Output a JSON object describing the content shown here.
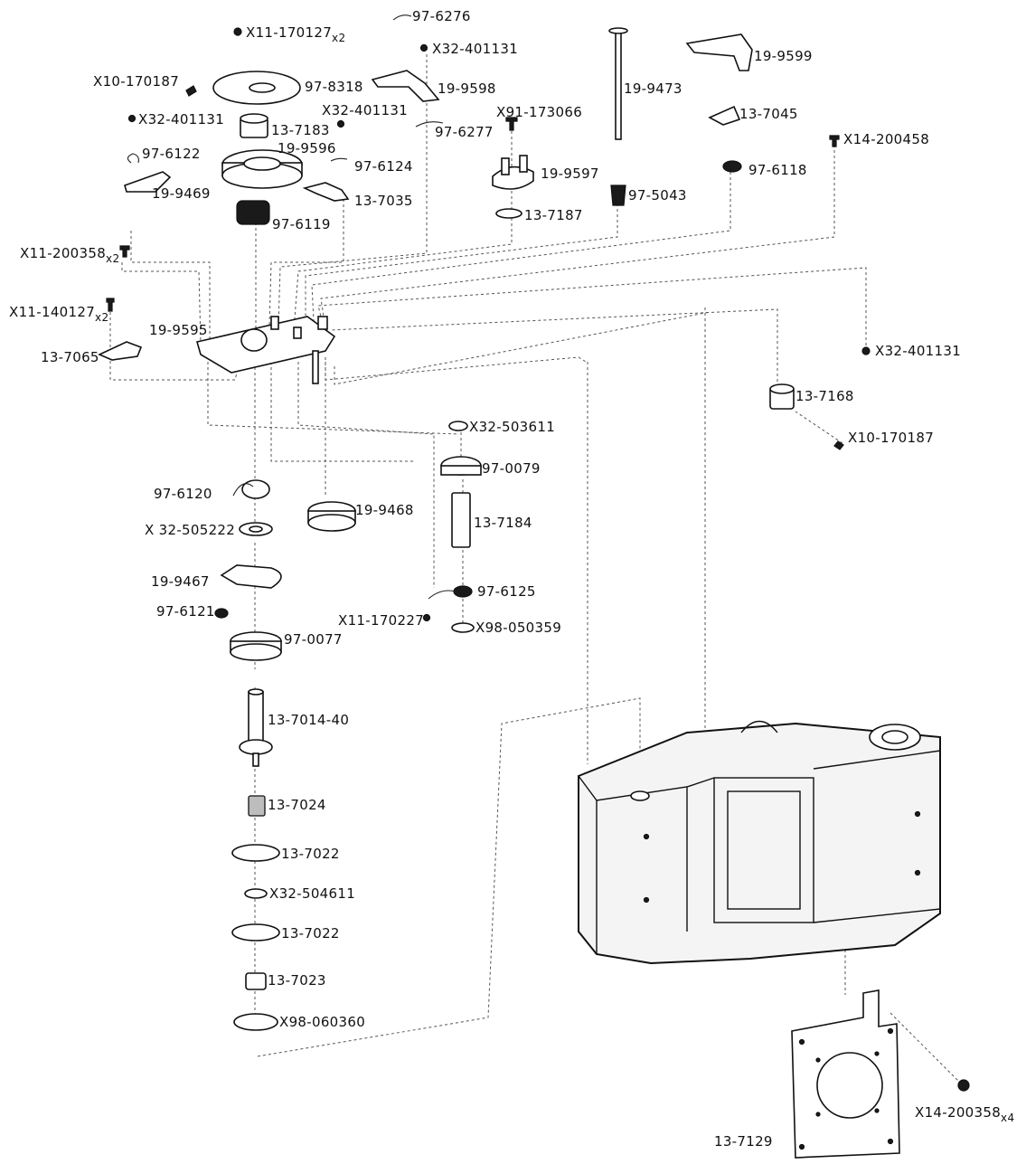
{
  "parts": [
    {
      "id": "p01",
      "label": "X11-170127",
      "qty": "x2"
    },
    {
      "id": "p02",
      "label": "97-6276"
    },
    {
      "id": "p03",
      "label": "X32-401131"
    },
    {
      "id": "p04",
      "label": "19-9473"
    },
    {
      "id": "p05",
      "label": "19-9599"
    },
    {
      "id": "p06",
      "label": "X10-170187"
    },
    {
      "id": "p07",
      "label": "97-8318"
    },
    {
      "id": "p08",
      "label": "19-9598"
    },
    {
      "id": "p09",
      "label": "X32-401131"
    },
    {
      "id": "p10",
      "label": "X32-401131"
    },
    {
      "id": "p11",
      "label": "13-7183"
    },
    {
      "id": "p12",
      "label": "X91-173066"
    },
    {
      "id": "p13",
      "label": "13-7045"
    },
    {
      "id": "p14",
      "label": "97-6277"
    },
    {
      "id": "p15",
      "label": "X14-200458"
    },
    {
      "id": "p16",
      "label": "19-9596"
    },
    {
      "id": "p17",
      "label": "97-6124"
    },
    {
      "id": "p18",
      "label": "19-9597"
    },
    {
      "id": "p19",
      "label": "97-6122"
    },
    {
      "id": "p20",
      "label": "97-6118"
    },
    {
      "id": "p21",
      "label": "19-9469"
    },
    {
      "id": "p22",
      "label": "13-7035"
    },
    {
      "id": "p23",
      "label": "97-5043"
    },
    {
      "id": "p24",
      "label": "13-7187"
    },
    {
      "id": "p25",
      "label": "97-6119"
    },
    {
      "id": "p26",
      "label": "X11-200358",
      "qty": "x2"
    },
    {
      "id": "p27",
      "label": "X11-140127",
      "qty": "x2"
    },
    {
      "id": "p28",
      "label": "19-9595"
    },
    {
      "id": "p29",
      "label": "13-7065"
    },
    {
      "id": "p30",
      "label": "X32-401131"
    },
    {
      "id": "p31",
      "label": "13-7168"
    },
    {
      "id": "p32",
      "label": "X32-503611"
    },
    {
      "id": "p33",
      "label": "X10-170187"
    },
    {
      "id": "p34",
      "label": "97-0079"
    },
    {
      "id": "p35",
      "label": "97-6120"
    },
    {
      "id": "p36",
      "label": "19-9468"
    },
    {
      "id": "p37",
      "label": "X 32-505222"
    },
    {
      "id": "p38",
      "label": "13-7184"
    },
    {
      "id": "p39",
      "label": "19-9467"
    },
    {
      "id": "p40",
      "label": "97-6125"
    },
    {
      "id": "p41",
      "label": "97-6121"
    },
    {
      "id": "p42",
      "label": "X11-170227"
    },
    {
      "id": "p43",
      "label": "X98-050359"
    },
    {
      "id": "p44",
      "label": "97-0077"
    },
    {
      "id": "p45",
      "label": "13-7014-40"
    },
    {
      "id": "p46",
      "label": "13-7024"
    },
    {
      "id": "p47",
      "label": "13-7022"
    },
    {
      "id": "p48",
      "label": "X32-504611"
    },
    {
      "id": "p49",
      "label": "13-7022"
    },
    {
      "id": "p50",
      "label": "13-7023"
    },
    {
      "id": "p51",
      "label": "X98-060360"
    },
    {
      "id": "p52",
      "label": "X14-200358",
      "qty": "x4"
    },
    {
      "id": "p53",
      "label": "13-7129"
    }
  ]
}
